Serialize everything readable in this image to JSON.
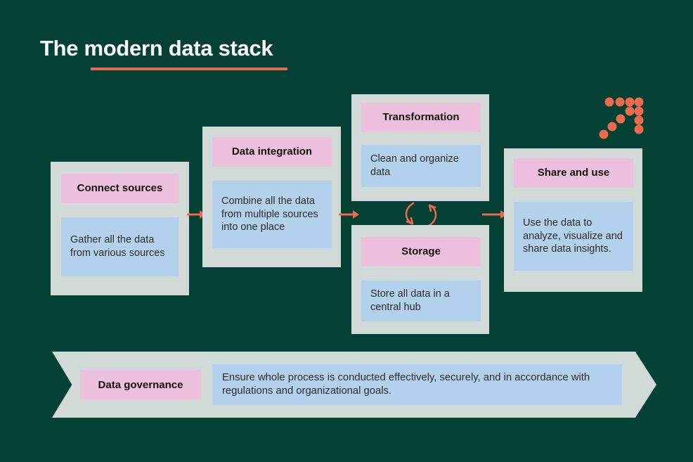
{
  "header": {
    "title": "The modern data stack",
    "accent_color": "#EB6A4E"
  },
  "theme": {
    "background": "#044034",
    "card_bg": "#D2DAD7",
    "header_chip": "#EDC0DE",
    "body_chip": "#B3D1EC",
    "arrow": "#EB6A4E",
    "text_dark": "#14100F"
  },
  "stages": [
    {
      "key": "connect-sources",
      "title": "Connect sources",
      "body": "Gather all the data from various sources"
    },
    {
      "key": "data-integration",
      "title": "Data integration",
      "body": "Combine all the data from multiple sources into one place"
    },
    {
      "key": "transformation",
      "title": "Transformation",
      "body": "Clean and organize data"
    },
    {
      "key": "storage",
      "title": "Storage",
      "body": "Store all data in a central hub"
    },
    {
      "key": "share-and-use",
      "title": "Share and use",
      "body": "Use the data to analyze, visualize and share data insights."
    }
  ],
  "banner": {
    "label": "Data governance",
    "text": "Ensure whole process is conducted effectively, securely, and in accordance with regulations and organizational goals."
  },
  "decoration": {
    "dot_motif": "arrow-dots-icon",
    "cycle": "cycle-arrows-icon"
  }
}
